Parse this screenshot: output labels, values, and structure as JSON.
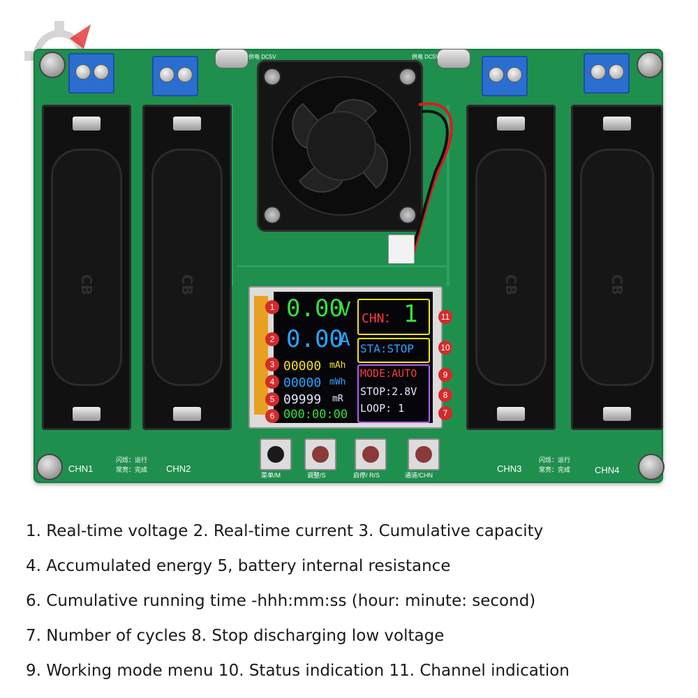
{
  "board": {
    "power_label_left": "供电 DC5V",
    "power_label_right": "供电 DC5V",
    "holder_mark": "CB",
    "channels": [
      "CHN1",
      "CHN2",
      "CHN3",
      "CHN4"
    ],
    "led_note_left": [
      "闪烁：运行",
      "常亮：完成"
    ],
    "led_note_right": [
      "闪烁：运行",
      "常亮：完成"
    ],
    "buttons": [
      "菜单/M",
      "调整/S",
      "启停/ R/S",
      "通道/CHN"
    ]
  },
  "display": {
    "voltage": "0.00",
    "voltage_unit": "V",
    "current": "0.00",
    "current_unit": "A",
    "capacity": "00000",
    "capacity_unit": "mAh",
    "energy": "00000",
    "energy_unit": "mWh",
    "resistance": "09999",
    "resistance_unit": "mR",
    "time": "000:00:00",
    "channel_label": "CHN：",
    "channel_value": "1",
    "status": "STA:STOP",
    "mode": "MODE:AUTO",
    "stop": "STOP:2.8V",
    "loop": "LOOP: 1"
  },
  "badges": [
    "1",
    "2",
    "3",
    "4",
    "5",
    "6",
    "7",
    "8",
    "9",
    "10",
    "11"
  ],
  "legend": [
    "1. Real-time voltage   2. Real-time current   3. Cumulative capacity",
    "4. Accumulated energy   5, battery internal resistance",
    "6. Cumulative running time -hhh:mm:ss (hour: minute: second)",
    "7. Number of cycles   8. Stop discharging low voltage",
    "9. Working mode menu   10. Status indication   11. Channel indication"
  ],
  "colors": {
    "pcb": "#1f8f4e",
    "lcd_green": "#35e03a",
    "lcd_blue": "#2aa4ff",
    "lcd_yellow": "#f2e21b",
    "lcd_red": "#ff3b3b",
    "badge_red": "#d42a2a"
  }
}
